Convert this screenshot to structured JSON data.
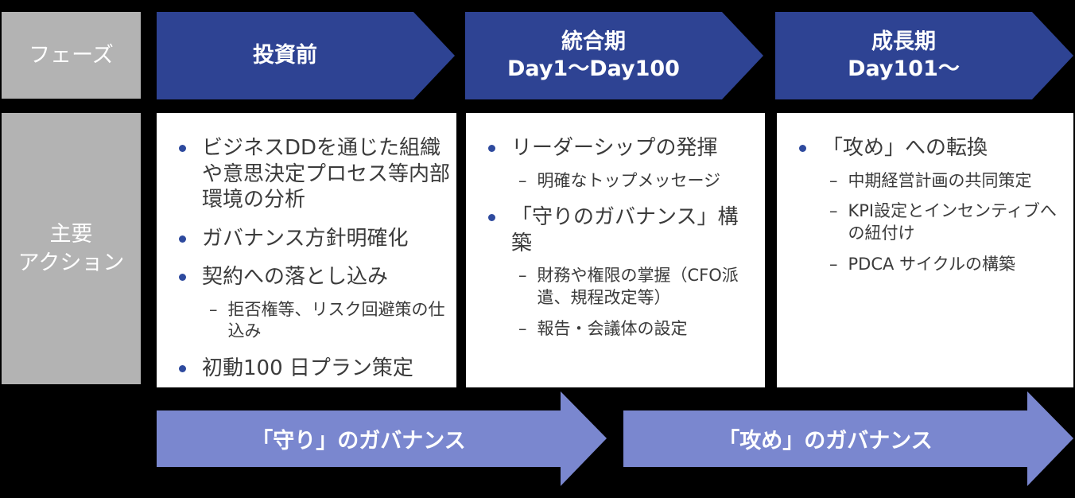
{
  "colors": {
    "background": "#000000",
    "phase_arrow_fill": "#2e4393",
    "bottom_arrow_fill": "#7a87cf",
    "row_label_fill": "#b3b3b3",
    "row_label_text": "#ffffff",
    "content_box_fill": "#ffffff",
    "body_text": "#3b3b3b",
    "bullet_dot": "#2e4a9e",
    "arrow_text": "#ffffff"
  },
  "row_labels": {
    "phase": "フェーズ",
    "actions_line1": "主要",
    "actions_line2": "アクション"
  },
  "phases": [
    {
      "title_line1": "投資前",
      "actions": [
        {
          "level": 1,
          "text": "ビジネスDDを通じた組織や意思決定プロセス等内部環境の分析"
        },
        {
          "level": 1,
          "text": "ガバナンス方針明確化"
        },
        {
          "level": 1,
          "text": "契約への落とし込み"
        },
        {
          "level": 2,
          "text": "拒否権等、リスク回避策の仕込み"
        },
        {
          "level": 1,
          "text": "初動100 日プラン策定"
        }
      ]
    },
    {
      "title_line1": "統合期",
      "title_line2": "Day1〜Day100",
      "actions": [
        {
          "level": 1,
          "text": "リーダーシップの発揮"
        },
        {
          "level": 2,
          "text": "明確なトップメッセージ"
        },
        {
          "level": 1,
          "text": "「守りのガバナンス」構築"
        },
        {
          "level": 2,
          "text": "財務や権限の掌握（CFO派遣、規程改定等）"
        },
        {
          "level": 2,
          "text": "報告・会議体の設定"
        }
      ]
    },
    {
      "title_line1": "成長期",
      "title_line2": "Day101〜",
      "actions": [
        {
          "level": 1,
          "text": "「攻め」への転換"
        },
        {
          "level": 2,
          "text": "中期経営計画の共同策定"
        },
        {
          "level": 2,
          "text": "KPI設定とインセンティブへの紐付け"
        },
        {
          "level": 2,
          "text": "PDCA  サイクルの構築"
        }
      ]
    }
  ],
  "bottom_arrows": [
    {
      "label": "「守り」のガバナンス"
    },
    {
      "label": "「攻め」のガバナンス"
    }
  ]
}
